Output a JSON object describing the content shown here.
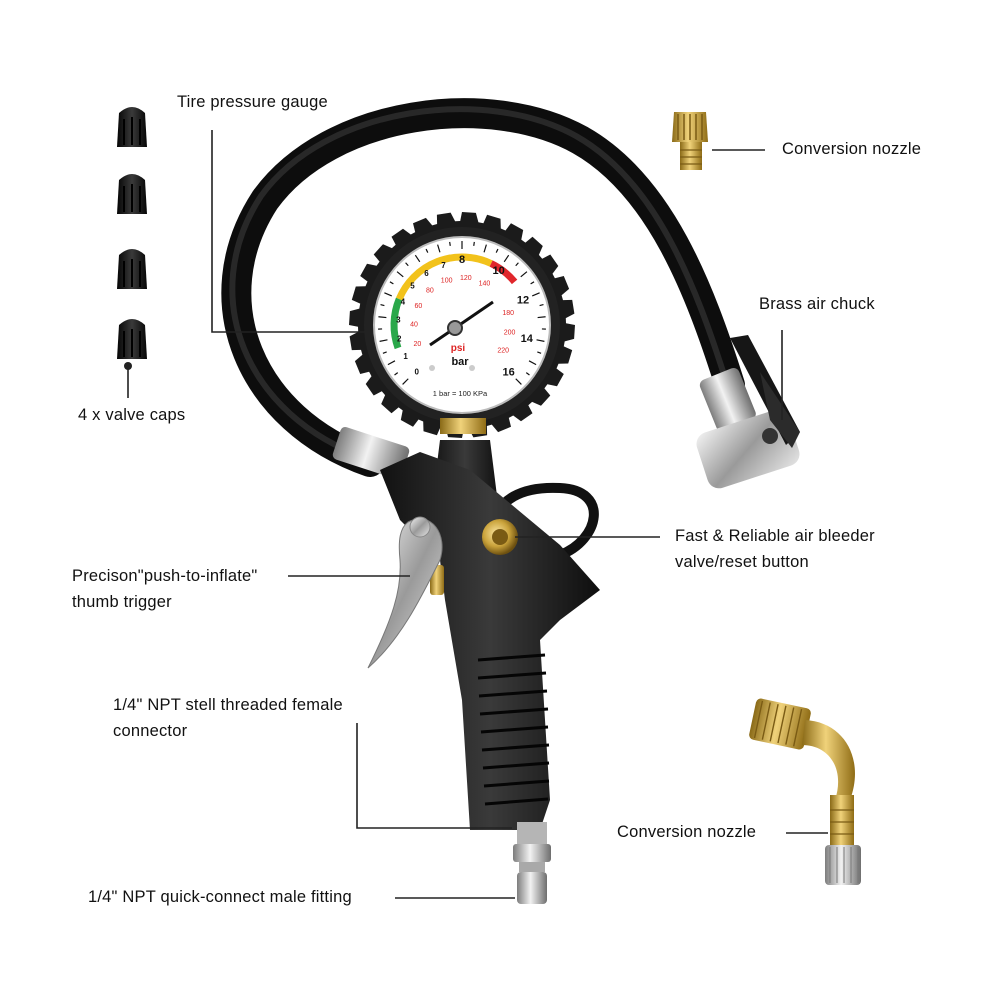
{
  "labels": {
    "tire_gauge": "Tire pressure gauge",
    "conversion_top": "Conversion nozzle",
    "brass_chuck": "Brass air chuck",
    "valve_caps": "4 x valve caps",
    "bleeder_line1": "Fast & Reliable air bleeder",
    "bleeder_line2": "valve/reset button",
    "trigger_line1": "Precison\"push-to-inflate\"",
    "trigger_line2": "thumb trigger",
    "female_line1": "1/4\" NPT stell threaded female",
    "female_line2": "connector",
    "conversion_bottom": "Conversion nozzle",
    "male_fitting": "1/4\" NPT quick-connect male fitting"
  },
  "gauge": {
    "bar_ticks": [
      "0",
      "1",
      "2",
      "3",
      "4",
      "5",
      "6",
      "7",
      "8",
      "10",
      "12",
      "14",
      "16"
    ],
    "psi_ticks": [
      "20",
      "40",
      "60",
      "80",
      "100",
      "120",
      "140",
      "180",
      "200",
      "220"
    ],
    "unit_psi": "psi",
    "unit_bar": "bar",
    "conversion_note": "1 bar = 100 KPa"
  },
  "colors": {
    "rubber": "#1b1b1b",
    "body": "#222222",
    "brass": "#c9a23a",
    "chrome": "#c8c8c8",
    "zone_green": "#2aa84a",
    "zone_yellow": "#f2c21b",
    "zone_red": "#e0262b",
    "line": "#222222"
  }
}
